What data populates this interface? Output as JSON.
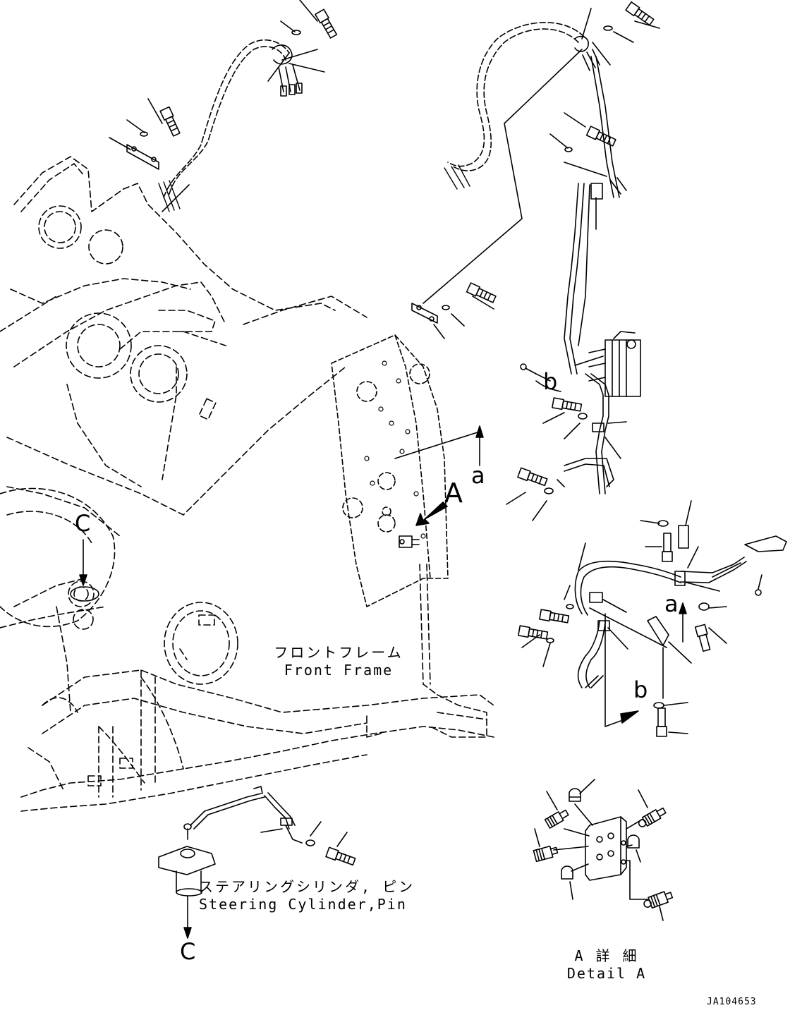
{
  "drawing": {
    "line_color": "#000000",
    "background": "#ffffff",
    "drawing_number": "JA104653"
  },
  "labels": {
    "front_frame_jp": "フロントフレーム",
    "front_frame_en": "Front Frame",
    "steering_jp": "ステアリングシリンダ, ピン",
    "steering_en": "Steering Cylinder,Pin",
    "detail_a_jp": "A 詳 細",
    "detail_a_en": "Detail A",
    "view_a": "A",
    "ref_a_main": "a",
    "ref_a_detail": "a",
    "ref_b_main": "b",
    "ref_b_detail": "b",
    "ref_c_top": "C",
    "ref_c_bottom": "C"
  }
}
